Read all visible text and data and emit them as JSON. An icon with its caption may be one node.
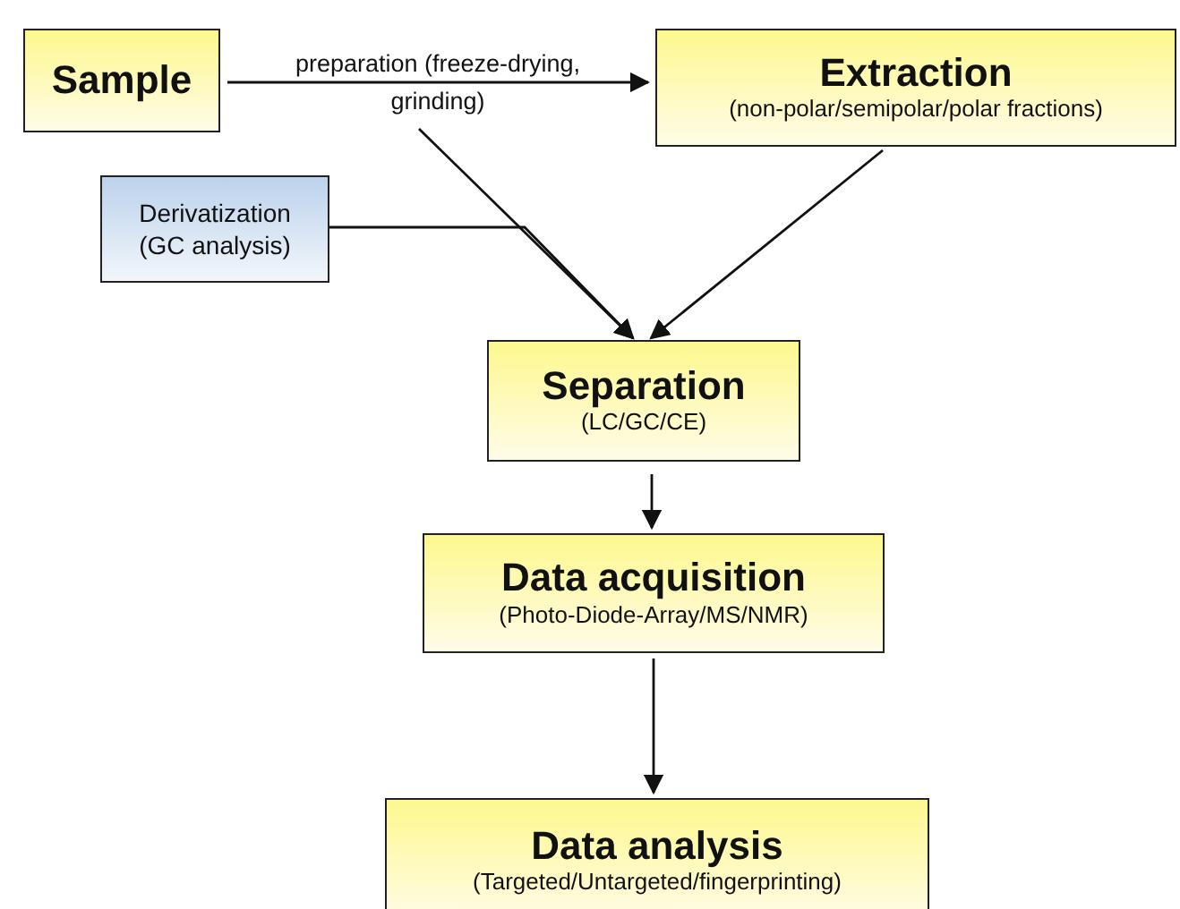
{
  "diagram": {
    "nodes": [
      {
        "text": [
          "Sample"
        ]
      },
      {
        "text": [
          "Extraction",
          "(non-polar/semipolar/polar fractions)"
        ]
      },
      {
        "text": [
          "Derivatization (GC analysis)"
        ]
      },
      {
        "text": [
          "Separation",
          "(LC/GC/CE)"
        ]
      },
      {
        "text": [
          "Data acquisition",
          "(Photo-Diode-Array/MS/NMR)"
        ]
      },
      {
        "text": [
          "Data analysis",
          "(Targeted/Untargeted/fingerprinting)"
        ]
      }
    ],
    "edges": [
      {
        "from": 0,
        "to": 1,
        "arrow": "to",
        "label": "preparation (freeze-drying, grinding)"
      },
      {
        "from": null,
        "to": 3,
        "arrow": "to"
      },
      {
        "from": 2,
        "to": 3,
        "arrow": "to"
      },
      {
        "from": 1,
        "to": 3,
        "arrow": "to"
      },
      {
        "from": 3,
        "to": 4,
        "arrow": "to"
      },
      {
        "from": 4,
        "to": 5,
        "arrow": "to"
      }
    ]
  }
}
